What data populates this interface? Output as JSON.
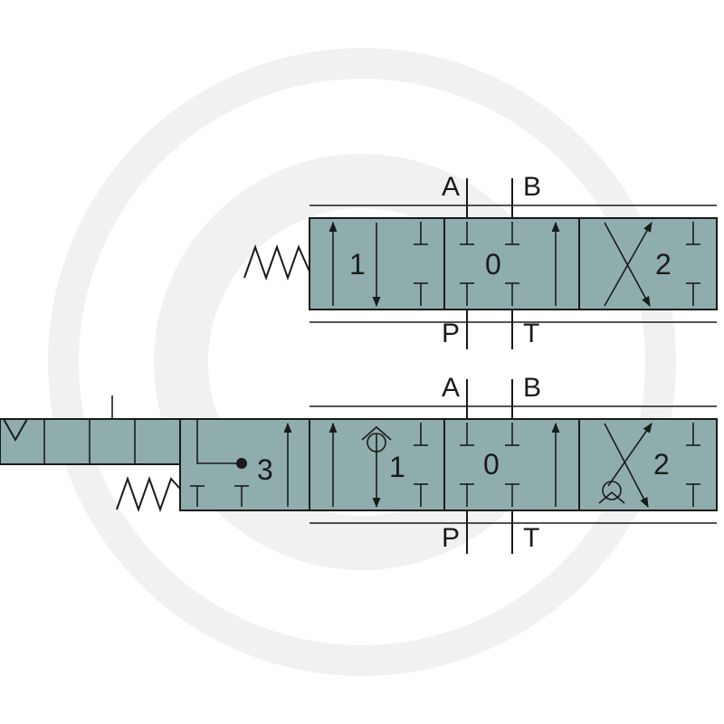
{
  "valve_top": {
    "port_labels": {
      "a": "A",
      "b": "B",
      "p": "P",
      "t": "T"
    },
    "positions": [
      "1",
      "0",
      "2"
    ]
  },
  "valve_bottom": {
    "port_labels": {
      "a": "A",
      "b": "B",
      "p": "P",
      "t": "T"
    },
    "positions": [
      "3",
      "1",
      "0",
      "2"
    ]
  },
  "colors": {
    "block_fill": "#8fadac",
    "line": "#1a1a1a",
    "watermark": "#f0f0f0"
  }
}
